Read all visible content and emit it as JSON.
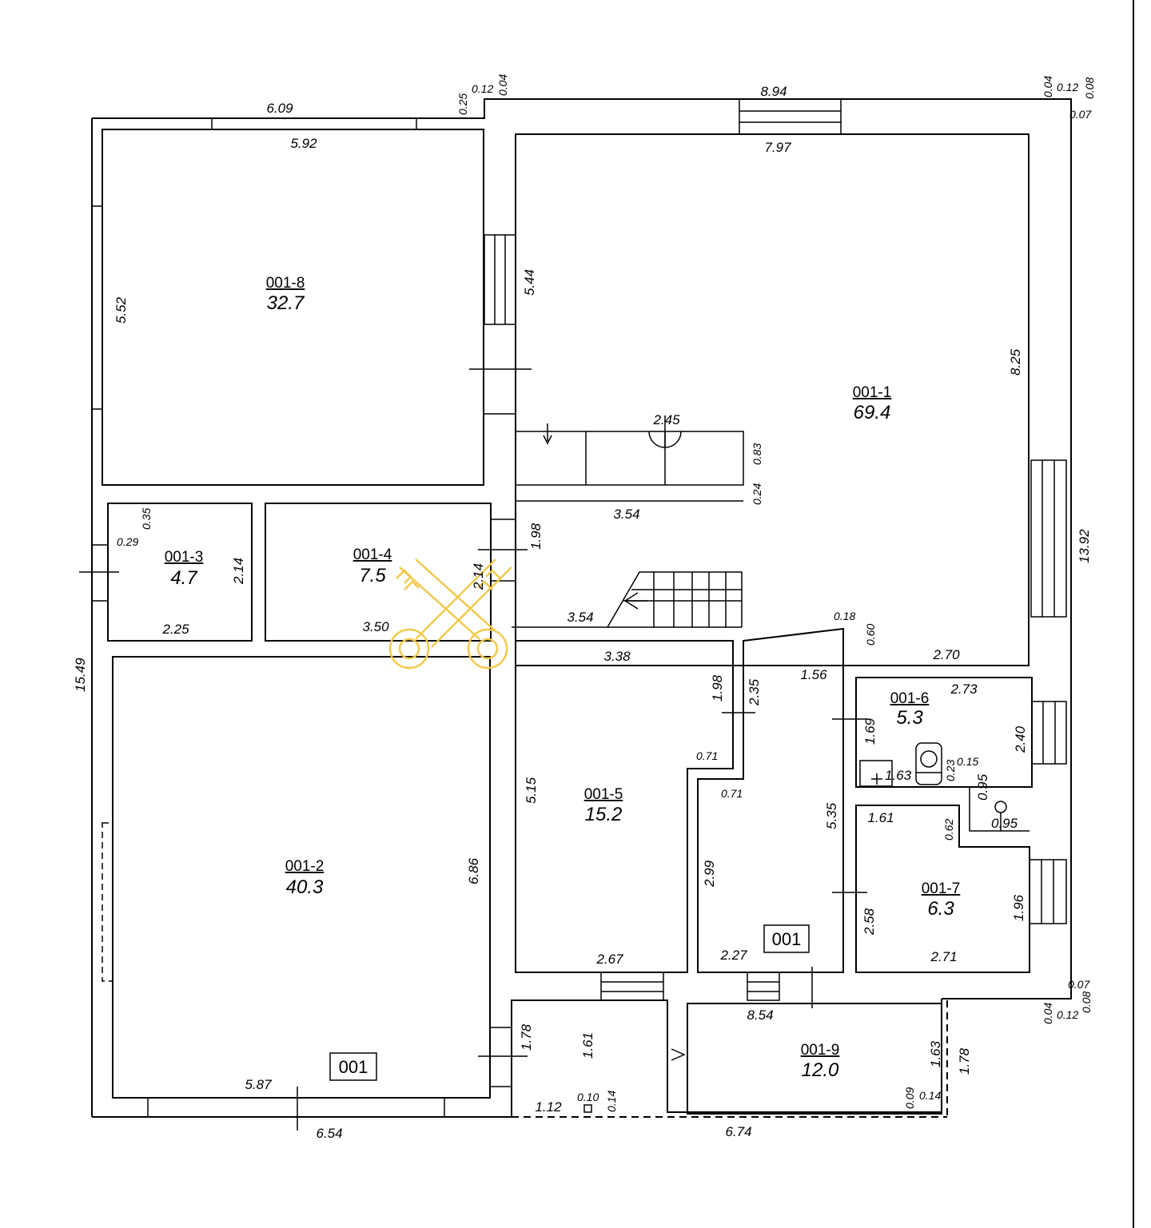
{
  "rooms": [
    {
      "id": "001-8",
      "area": "32.7"
    },
    {
      "id": "001-1",
      "area": "69.4"
    },
    {
      "id": "001-3",
      "area": "4.7"
    },
    {
      "id": "001-4",
      "area": "7.5"
    },
    {
      "id": "001-2",
      "area": "40.3"
    },
    {
      "id": "001-5",
      "area": "15.2"
    },
    {
      "id": "001-6",
      "area": "5.3"
    },
    {
      "id": "001-7",
      "area": "6.3"
    },
    {
      "id": "001-9",
      "area": "12.0"
    }
  ],
  "unit_labels": [
    "001",
    "001"
  ],
  "dims": [
    "6.09",
    "5.92",
    "0.25",
    "0.12",
    "0.04",
    "8.94",
    "7.97",
    "0.04",
    "0.12",
    "0.08",
    "0.07",
    "5.52",
    "5.44",
    "8.25",
    "2.45",
    "0.83",
    "0.24",
    "3.54",
    "1.98",
    "0.35",
    "0.29",
    "2.14",
    "2.14",
    "2.25",
    "3.50",
    "3.54",
    "3.38",
    "13.92",
    "0.18",
    "0.60",
    "2.70",
    "1.56",
    "1.98",
    "2.35",
    "0.71",
    "0.71",
    "2.73",
    "1.69",
    "1.63",
    "0.23",
    "0.15",
    "2.40",
    "0.95",
    "0.95",
    "15.49",
    "5.15",
    "6.86",
    "2.99",
    "5.35",
    "1.61",
    "0.62",
    "2.58",
    "1.96",
    "2.67",
    "2.27",
    "2.71",
    "0.07",
    "0.08",
    "0.04",
    "0.12",
    "8.54",
    "1.78",
    "1.61",
    "1.63",
    "1.78",
    "5.87",
    "1.12",
    "0.10",
    "0.14",
    "0.09",
    "0.14",
    "6.54",
    "6.74"
  ]
}
